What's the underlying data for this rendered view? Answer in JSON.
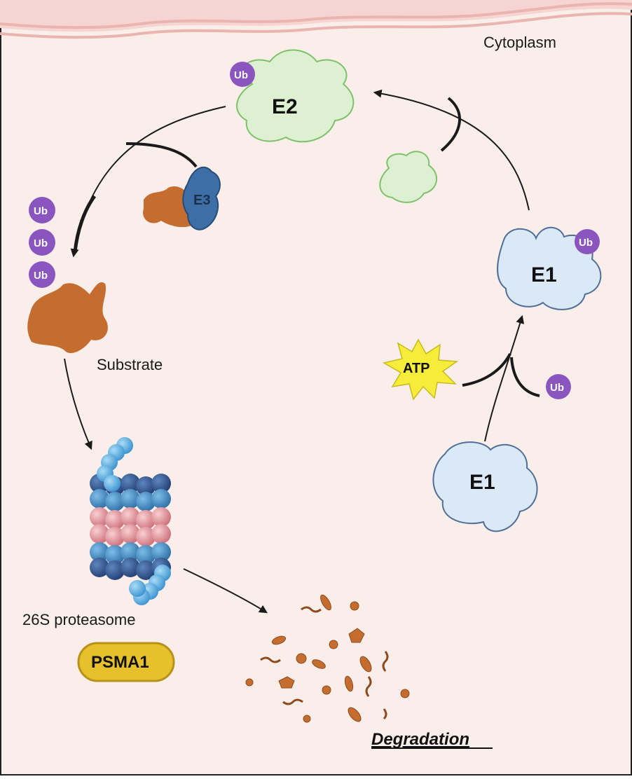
{
  "labels": {
    "compartment": "Cytoplasm",
    "e2": "E2",
    "e3": "E3",
    "e1_top": "E1",
    "e1_bottom": "E1",
    "atp": "ATP",
    "ub": "Ub",
    "substrate": "Substrate",
    "proteasome": "26S proteasome",
    "psma1": "PSMA1",
    "degradation": "Degradation"
  },
  "colors": {
    "background": "#faeeea",
    "membrane": "#f2c9c6",
    "ub": "#8a55bf",
    "e2_fill": "#ddf1d2",
    "e2_stroke": "#7fc06a",
    "e1_fill": "#dbe8f6",
    "e1_stroke": "#4f6f99",
    "e3_fill": "#3d6fa6",
    "substrate_fill": "#c46d2f",
    "atp_fill": "#f6ec3a",
    "psma1_fill": "#e7c12b",
    "proteasome_blue": "#3f7fb8",
    "proteasome_pink": "#e5a0a6"
  }
}
